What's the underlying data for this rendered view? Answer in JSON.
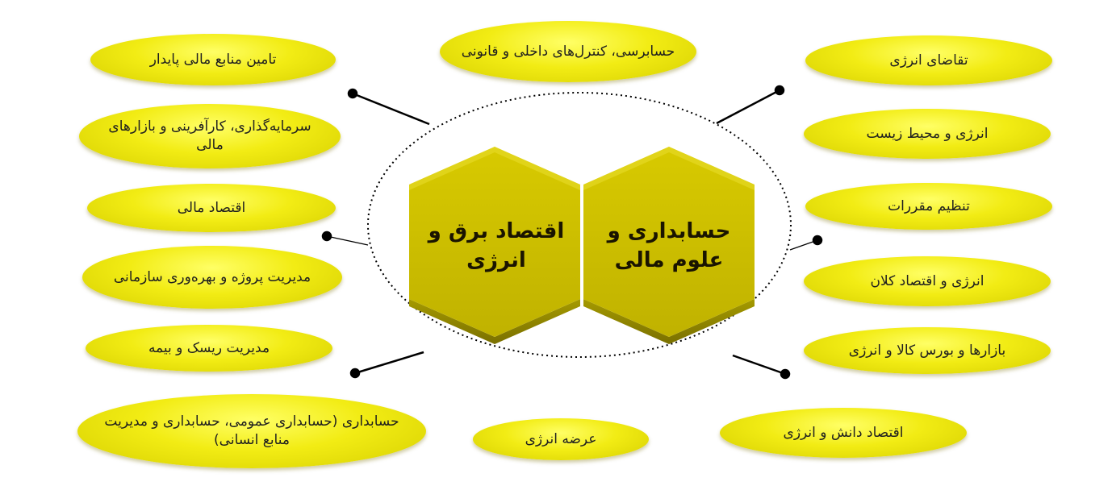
{
  "hexagons": {
    "left": "اقتصاد برق و انرژی",
    "right": "حسابداری و علوم مالی"
  },
  "topics_left": [
    "تامین منابع مالی پایدار",
    "سرمایه‌گذاری، کارآفرینی و بازارهای مالی",
    "اقتصاد مالی",
    "مدیریت پروژه و بهره‌وری سازمانی",
    "مدیریت ریسک و بیمه",
    "حسابداری (حسابداری عمومی، حسابداری و مدیریت منابع انسانی)"
  ],
  "topics_center": {
    "top": "حسابرسی، کنترل‌های داخلی و قانونی",
    "bottom": "عرضه انرژی"
  },
  "topics_right": [
    "تقاضای انرژی",
    "انرژی و محیط زیست",
    "تنظیم مقررات",
    "انرژی و اقتصاد کلان",
    "بازارها و بورس کالا و انرژی",
    "اقتصاد دانش و انرژی"
  ],
  "colors": {
    "ellipse_fill": "#f2ec14",
    "hex_face": "#c9bb00",
    "hex_edge": "#8f8400",
    "connector": "#000000"
  }
}
